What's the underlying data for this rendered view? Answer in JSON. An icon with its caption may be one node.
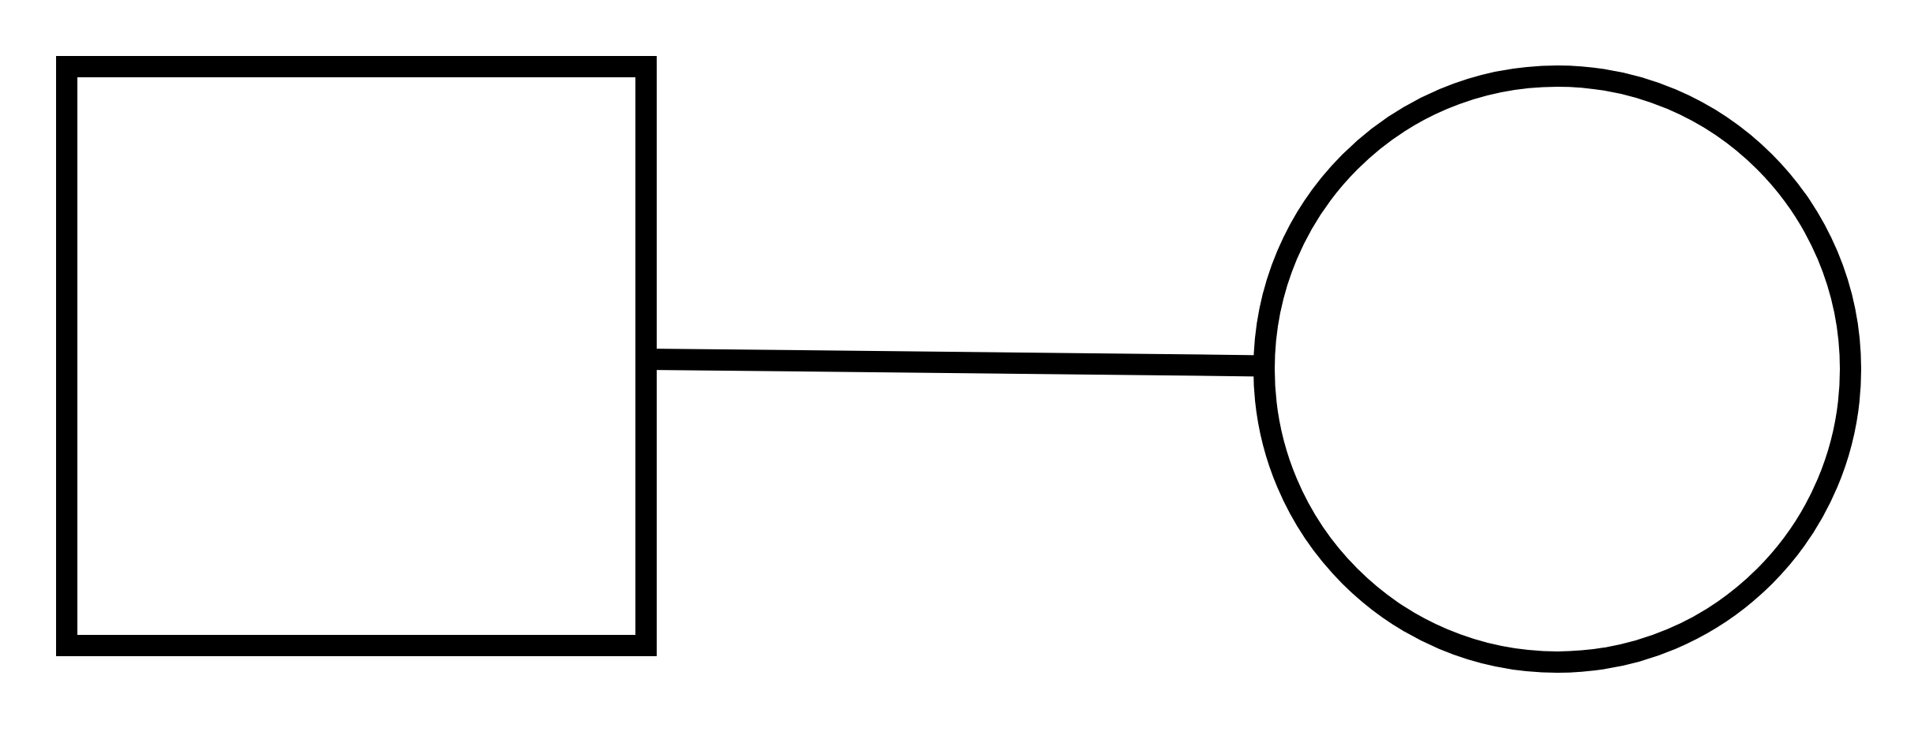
{
  "diagram": {
    "nodes": [
      {
        "text": [],
        "shape": "box"
      },
      {
        "text": [],
        "shape": "circle"
      }
    ],
    "edges": [
      {
        "from": 0,
        "to": 1,
        "arrow": "none"
      }
    ]
  }
}
